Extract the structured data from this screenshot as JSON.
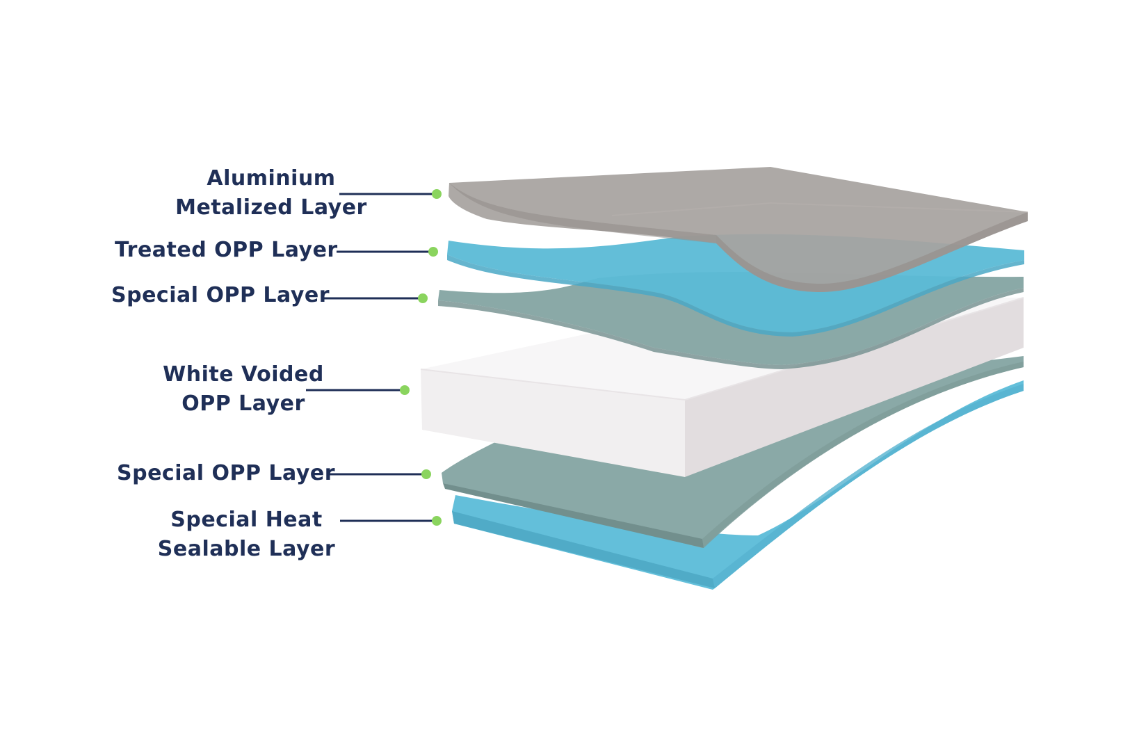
{
  "colors": {
    "label_text": "#1f2f57",
    "leader_line": "#1f2f57",
    "dot": "#8ad45e",
    "aluminium": "#a7a29f",
    "treated_opp": "#5bbad6",
    "special_opp": "#8aa9a7",
    "white_voided": "#f3f1f2",
    "heat_sealable": "#63bfda"
  },
  "layers": [
    {
      "id": "aluminium",
      "lines": [
        "Aluminium",
        "Metalized Layer"
      ]
    },
    {
      "id": "treated-opp",
      "lines": [
        "Treated OPP Layer"
      ]
    },
    {
      "id": "special-opp-top",
      "lines": [
        "Special OPP Layer"
      ]
    },
    {
      "id": "white-voided",
      "lines": [
        "White Voided",
        "OPP Layer"
      ]
    },
    {
      "id": "special-opp-bottom",
      "lines": [
        "Special OPP Layer"
      ]
    },
    {
      "id": "heat-sealable",
      "lines": [
        "Special Heat",
        "Sealable Layer"
      ]
    }
  ]
}
